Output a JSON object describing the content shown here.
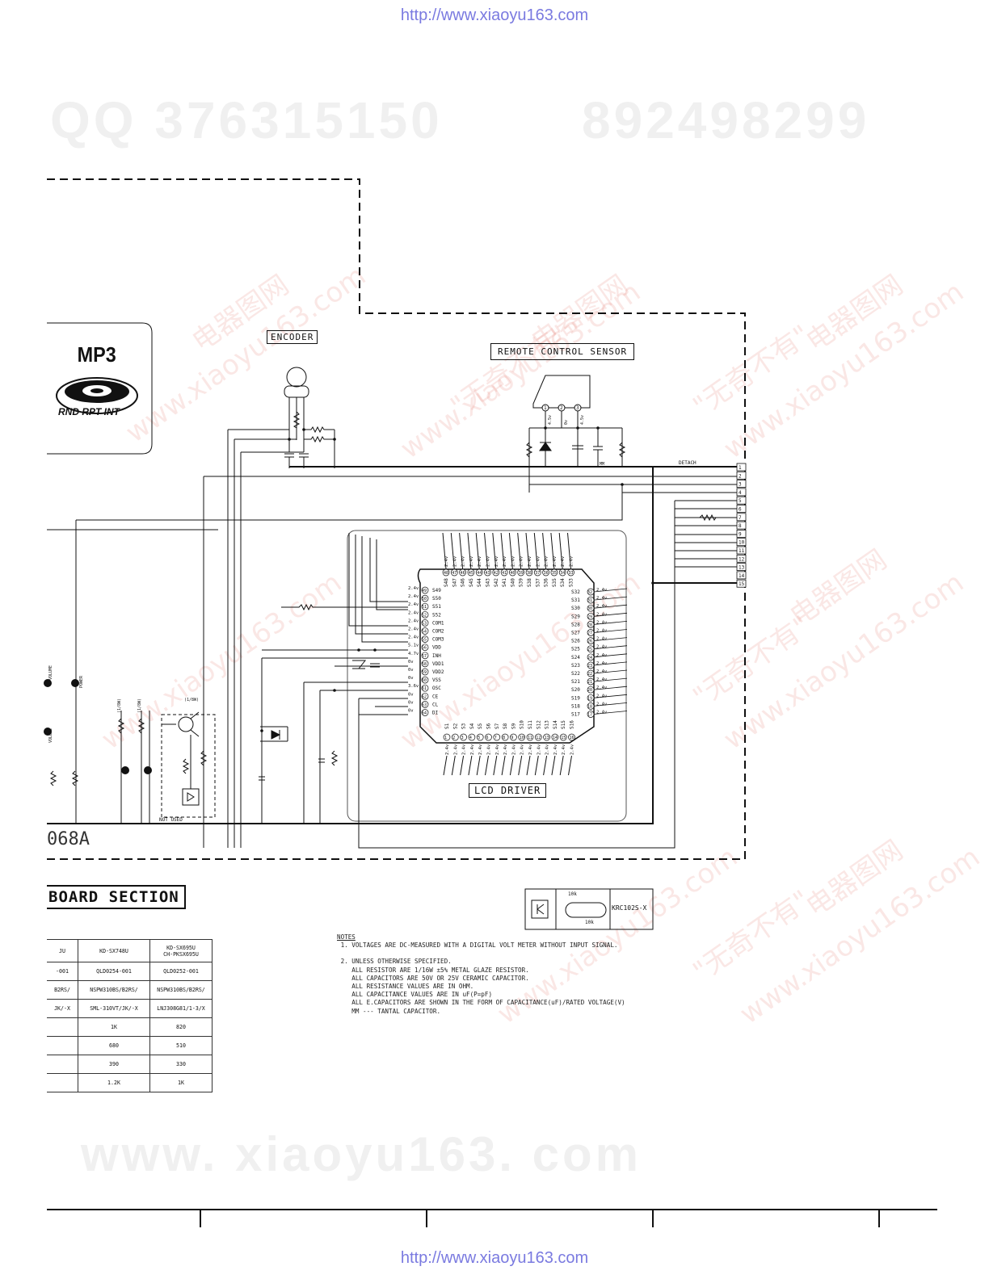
{
  "header_url": "http://www.xiaoyu163.com",
  "footer_url": "http://www.xiaoyu163.com",
  "watermarks": {
    "qq_left": "QQ 376315150",
    "qq_right": "892498299",
    "bottom_site": "www. xiaoyu163. com",
    "diag_text_1": "电器图网",
    "diag_text_2": "www.xiaoyu163.com",
    "diag_text_3": "\"无奇不有\""
  },
  "logo": {
    "title": "MP3",
    "ring_text": "RND RPT INT"
  },
  "labels": {
    "encoder": "ENCODER",
    "remote_sensor": "REMOTE CONTROL SENSOR",
    "lcd_driver": "LCD DRIVER",
    "detach": "DETACH",
    "not_used": "NOT USED",
    "board_id": "068A",
    "volume_1": "VOLUME",
    "volume_2": "VOLUME",
    "power": "POWER",
    "resistor_watt": "(1/8W)",
    "mm": "MM"
  },
  "sensor_pins": [
    {
      "num": "1",
      "volt": "4.5v"
    },
    {
      "num": "2",
      "volt": "0v"
    },
    {
      "num": "3",
      "volt": "4.5v"
    }
  ],
  "connector_pins": [
    "1",
    "2",
    "3",
    "4",
    "5",
    "6",
    "7",
    "8",
    "9",
    "10",
    "11",
    "12",
    "13",
    "14",
    "15"
  ],
  "lcd_left_pins": [
    {
      "name": "S49",
      "num": "49",
      "volt": "2.4v"
    },
    {
      "name": "S50",
      "num": "50",
      "volt": "2.4v"
    },
    {
      "name": "S51",
      "num": "51",
      "volt": "2.4v"
    },
    {
      "name": "S52",
      "num": "52",
      "volt": "2.4v"
    },
    {
      "name": "COM1",
      "num": "53",
      "volt": "2.4v"
    },
    {
      "name": "COM2",
      "num": "54",
      "volt": "2.4v"
    },
    {
      "name": "COM3",
      "num": "55",
      "volt": "2.4v"
    },
    {
      "name": "VDD",
      "num": "56",
      "volt": "5.1v"
    },
    {
      "name": "INH",
      "num": "57",
      "volt": "4.7v"
    },
    {
      "name": "VDD1",
      "num": "58",
      "volt": "0v"
    },
    {
      "name": "VDD2",
      "num": "59",
      "volt": "0v"
    },
    {
      "name": "VSS",
      "num": "60",
      "volt": "0v"
    },
    {
      "name": "OSC",
      "num": "61",
      "volt": "3.6v"
    },
    {
      "name": "CE",
      "num": "62",
      "volt": "0v"
    },
    {
      "name": "CL",
      "num": "63",
      "volt": "0v"
    },
    {
      "name": "DI",
      "num": "64",
      "volt": "0v"
    }
  ],
  "lcd_right_pins": [
    {
      "name": "S32",
      "num": "32"
    },
    {
      "name": "S31",
      "num": "31"
    },
    {
      "name": "S30",
      "num": "30"
    },
    {
      "name": "S29",
      "num": "29"
    },
    {
      "name": "S28",
      "num": "28"
    },
    {
      "name": "S27",
      "num": "27"
    },
    {
      "name": "S26",
      "num": "26"
    },
    {
      "name": "S25",
      "num": "25"
    },
    {
      "name": "S24",
      "num": "24"
    },
    {
      "name": "S23",
      "num": "23"
    },
    {
      "name": "S22",
      "num": "22"
    },
    {
      "name": "S21",
      "num": "21"
    },
    {
      "name": "S20",
      "num": "20"
    },
    {
      "name": "S19",
      "num": "19"
    },
    {
      "name": "S18",
      "num": "18"
    },
    {
      "name": "S17",
      "num": "17"
    }
  ],
  "lcd_top_pins": [
    "S48",
    "S47",
    "S46",
    "S45",
    "S44",
    "S43",
    "S42",
    "S41",
    "S40",
    "S39",
    "S38",
    "S37",
    "S36",
    "S35",
    "S34",
    "S33"
  ],
  "lcd_top_nums": [
    "48",
    "47",
    "46",
    "45",
    "44",
    "43",
    "42",
    "41",
    "40",
    "39",
    "38",
    "37",
    "36",
    "35",
    "34",
    "33"
  ],
  "lcd_bottom_pins": [
    "S1",
    "S2",
    "S3",
    "S4",
    "S5",
    "S6",
    "S7",
    "S8",
    "S9",
    "S10",
    "S11",
    "S12",
    "S13",
    "S14",
    "S15",
    "S16"
  ],
  "lcd_bottom_nums": [
    "1",
    "2",
    "3",
    "4",
    "5",
    "6",
    "7",
    "8",
    "9",
    "10",
    "11",
    "12",
    "13",
    "14",
    "15",
    "16"
  ],
  "pin_volt": "2.4v",
  "section_title": "BOARD SECTION",
  "transistor_box": {
    "r1": "10k",
    "r2": "10k",
    "part": "KRC102S-X"
  },
  "models_table": {
    "header": [
      "KD-SX748U",
      "KD-SX695U\nCH-PKSX695U"
    ],
    "header_left": "JU",
    "rows": [
      [
        "-001",
        "QLD0254-001",
        "QLD0252-001"
      ],
      [
        "B2RS/",
        "NSPW310BS/B2RS/",
        "NSPW310BS/B2RS/"
      ],
      [
        "JK/-X",
        "SML-310VT/JK/-X",
        "LNJ308G81/1-3/X"
      ],
      [
        "",
        "1K",
        "820"
      ],
      [
        "",
        "680",
        "510"
      ],
      [
        "",
        "390",
        "330"
      ],
      [
        "",
        "1.2K",
        "1K"
      ]
    ]
  },
  "notes": {
    "title": "NOTES",
    "lines": [
      " 1. VOLTAGES ARE DC-MEASURED WITH A DIGITAL VOLT METER WITHOUT INPUT SIGNAL.",
      "",
      " 2. UNLESS OTHERWISE SPECIFIED.",
      "    ALL RESISTOR ARE 1/16W ±5% METAL GLAZE RESISTOR.",
      "    ALL CAPACITORS ARE 50V OR 25V CERAMIC CAPACITOR.",
      "    ALL RESISTANCE VALUES ARE IN OHM.",
      "    ALL CAPACITANCE VALUES ARE IN uF(P=pF)",
      "    ALL E.CAPACITORS ARE SHOWN IN THE FORM OF CAPACITANCE(uF)/RATED VOLTAGE(V)",
      "    MM --- TANTAL CAPACITOR."
    ]
  }
}
